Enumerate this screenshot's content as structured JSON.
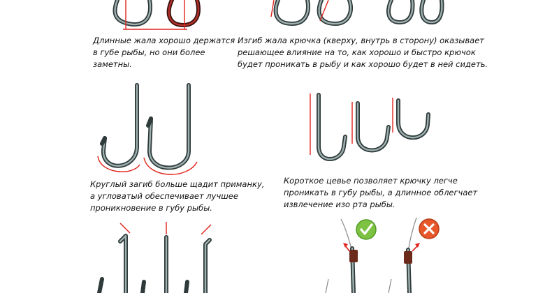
{
  "captions": {
    "long_points": [
      "Длинные жала хорошо держатся",
      "в губе рыбы, но они более",
      "заметны."
    ],
    "point_bend": [
      "Изгиб жала крючка (кверху, внутрь в сторону) оказывает",
      "решающее влияние на то, как хорошо и быстро крючок",
      "будет проникать в рыбу и как хорошо будет в ней сидеть."
    ],
    "round_bend": [
      "Круглый загиб больше щадит приманку,",
      "а угловатый обеспечивает лучшее",
      "проникновение в губу рыбы."
    ],
    "short_shank": [
      "Короткое цевье позволяет крючку легче",
      "проникать в губу рыбы, а длинное облегчает",
      "извлечение изо рта рыбы."
    ]
  },
  "badges": {
    "good_color": "#7dc242",
    "bad_color": "#e8572a",
    "good_icon": "check-icon",
    "bad_icon": "cross-icon"
  },
  "colors": {
    "accent_red": "#e0231c",
    "hook_dark": "#2f3a3a",
    "hook_highlight": "#9fb0b0"
  }
}
